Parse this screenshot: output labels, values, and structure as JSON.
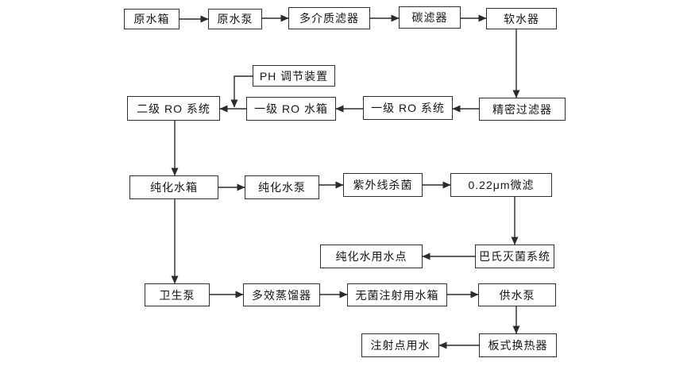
{
  "diagram": {
    "type": "flowchart",
    "colors": {
      "background": "#ffffff",
      "box_border": "#2e2e2e",
      "line": "#2b2b2b",
      "text": "#141414"
    },
    "nodes": {
      "raw_tank": {
        "label": "原水箱"
      },
      "raw_pump": {
        "label": "原水泵"
      },
      "multimedia_filter": {
        "label": "多介质滤器"
      },
      "carbon_filter": {
        "label": "碳滤器"
      },
      "softener": {
        "label": "软水器"
      },
      "ph_device": {
        "label": "PH 调节装置"
      },
      "ro2_system": {
        "label": "二级 RO 系统"
      },
      "ro1_tank": {
        "label": "一级 RO 水箱"
      },
      "ro1_system": {
        "label": "一级 RO 系统"
      },
      "precision_filter": {
        "label": "精密过滤器"
      },
      "purified_tank": {
        "label": "纯化水箱"
      },
      "purified_pump": {
        "label": "纯化水泵"
      },
      "uv_sterilizer": {
        "label": "紫外线杀菌"
      },
      "micron_filter": {
        "label": "0.22μm微滤"
      },
      "purified_use_point": {
        "label": "纯化水用水点"
      },
      "pasteurizer": {
        "label": "巴氏灭菌系统"
      },
      "sanitary_pump": {
        "label": "卫生泵"
      },
      "distiller": {
        "label": "多效蒸馏器"
      },
      "sterile_tank": {
        "label": "无菌注射用水箱"
      },
      "supply_pump": {
        "label": "供水泵"
      },
      "plate_exchanger": {
        "label": "板式换热器"
      },
      "injection_use_point": {
        "label": "注射点用水"
      }
    },
    "edges": [
      {
        "from": "raw_tank",
        "to": "raw_pump"
      },
      {
        "from": "raw_pump",
        "to": "multimedia_filter"
      },
      {
        "from": "multimedia_filter",
        "to": "carbon_filter"
      },
      {
        "from": "carbon_filter",
        "to": "softener"
      },
      {
        "from": "softener",
        "to": "precision_filter"
      },
      {
        "from": "precision_filter",
        "to": "ro1_system"
      },
      {
        "from": "ro1_system",
        "to": "ro1_tank"
      },
      {
        "from": "ro1_tank",
        "to": "ro2_system"
      },
      {
        "from": "ph_device",
        "to": "ro2_system"
      },
      {
        "from": "ro2_system",
        "to": "purified_tank"
      },
      {
        "from": "purified_tank",
        "to": "purified_pump"
      },
      {
        "from": "purified_pump",
        "to": "uv_sterilizer"
      },
      {
        "from": "uv_sterilizer",
        "to": "micron_filter"
      },
      {
        "from": "micron_filter",
        "to": "pasteurizer"
      },
      {
        "from": "pasteurizer",
        "to": "purified_use_point"
      },
      {
        "from": "purified_tank",
        "to": "sanitary_pump"
      },
      {
        "from": "sanitary_pump",
        "to": "distiller"
      },
      {
        "from": "distiller",
        "to": "sterile_tank"
      },
      {
        "from": "sterile_tank",
        "to": "supply_pump"
      },
      {
        "from": "supply_pump",
        "to": "plate_exchanger"
      },
      {
        "from": "plate_exchanger",
        "to": "injection_use_point"
      }
    ]
  }
}
